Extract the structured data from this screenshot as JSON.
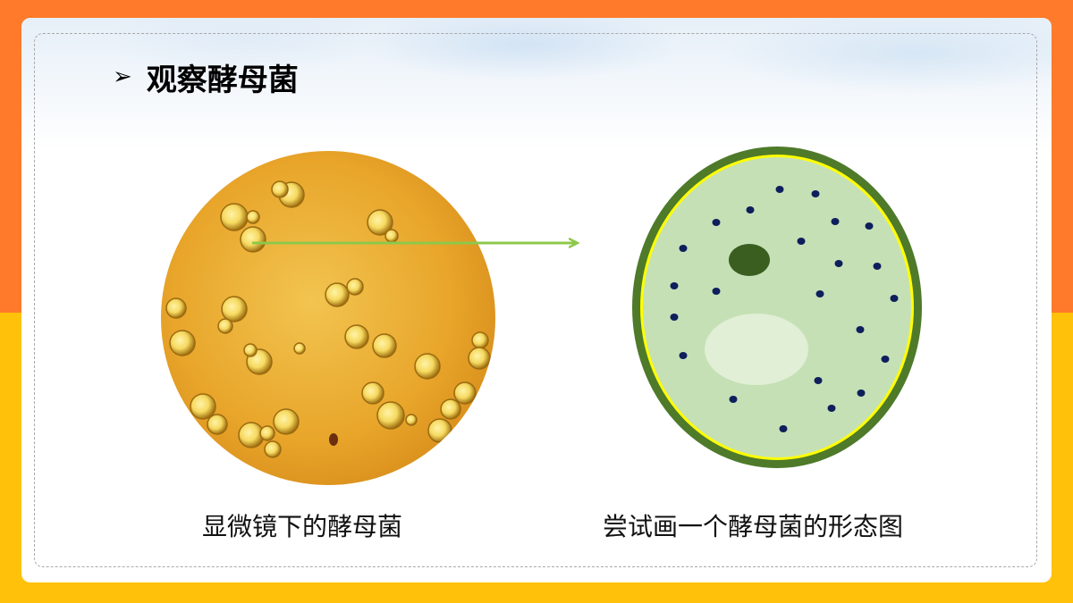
{
  "title": "观察酵母菌",
  "captions": {
    "microscope": "显微镜下的酵母菌",
    "drawing": "尝试画一个酵母菌的形态图"
  },
  "icons": {
    "title_bullet": "➢"
  },
  "colors": {
    "outer_top": "#ff7a2a",
    "outer_bottom": "#ffc10a",
    "arrow": "#8cc84a",
    "cell_wall": "#4e7a2a",
    "cell_membrane": "#ffff00",
    "cytoplasm": "#c6e0b6",
    "nucleus": "#3a5e20",
    "vacuole": "#e0efd6",
    "granule": "#0e1f5c"
  }
}
